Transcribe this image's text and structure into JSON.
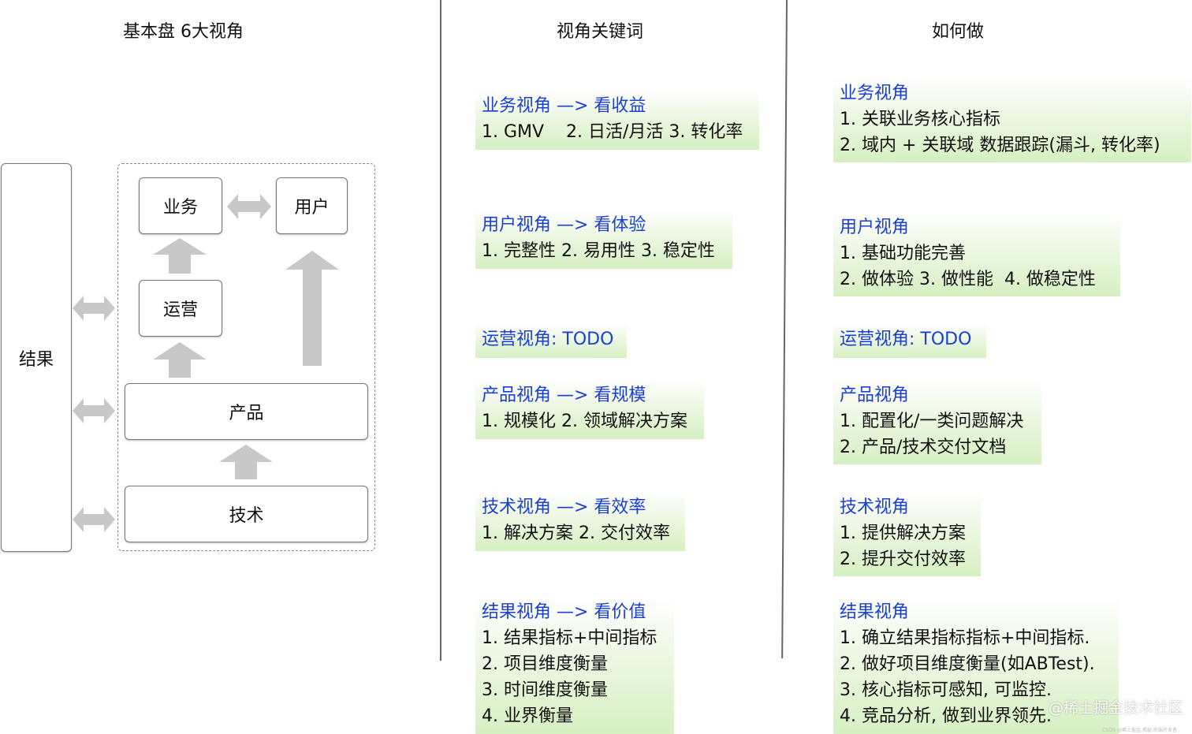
{
  "columns": {
    "left_title": "基本盘 6大视角",
    "mid_title": "视角关键词",
    "right_title": "如何做"
  },
  "diagram": {
    "result": "结果",
    "business": "业务",
    "user": "用户",
    "operation": "运营",
    "product": "产品",
    "tech": "技术"
  },
  "keywords": {
    "business": {
      "header": "业务视角 —> 看收益",
      "lines": [
        "1. GMV    2. 日活/月活 3. 转化率"
      ]
    },
    "user": {
      "header": "用户视角 —> 看体验",
      "lines": [
        "1. 完整性 2. 易用性 3. 稳定性"
      ]
    },
    "operation": {
      "header": "运营视角: TODO",
      "lines": []
    },
    "product": {
      "header": "产品视角 —> 看规模",
      "lines": [
        "1. 规模化 2. 领域解决方案"
      ]
    },
    "tech": {
      "header": "技术视角 —> 看效率",
      "lines": [
        "1. 解决方案 2. 交付效率"
      ]
    },
    "result": {
      "header": "结果视角 —> 看价值",
      "lines": [
        "1. 结果指标+中间指标",
        "2. 项目维度衡量",
        "3. 时间维度衡量",
        "4. 业界衡量"
      ]
    }
  },
  "howto": {
    "business": {
      "header": "业务视角",
      "lines": [
        "1. 关联业务核心指标",
        "2. 域内 + 关联域 数据跟踪(漏斗, 转化率)"
      ]
    },
    "user": {
      "header": "用户视角",
      "lines": [
        "1. 基础功能完善",
        "2. 做体验 3. 做性能  4. 做稳定性"
      ]
    },
    "operation": {
      "header": "运营视角: TODO",
      "lines": []
    },
    "product": {
      "header": "产品视角",
      "lines": [
        "1. 配置化/一类问题解决",
        "2. 产品/技术交付文档"
      ]
    },
    "tech": {
      "header": "技术视角",
      "lines": [
        "1. 提供解决方案",
        "2. 提升交付效率"
      ]
    },
    "result": {
      "header": "结果视角",
      "lines": [
        "1. 确立结果指标指标+中间指标.",
        "2. 做好项目维度衡量(如ABTest).",
        "3. 核心指标可感知, 可监控.",
        "4. 竞品分析, 做到业界领先."
      ]
    }
  },
  "watermark": "@稀土掘金技术社区",
  "footer_small": "CSDN @稀土掘金,揭秘,前端开发者",
  "colors": {
    "header_blue": "#1a3fd8",
    "card_green": "#d6f0c2",
    "arrow_gray": "#c8c8c8"
  }
}
